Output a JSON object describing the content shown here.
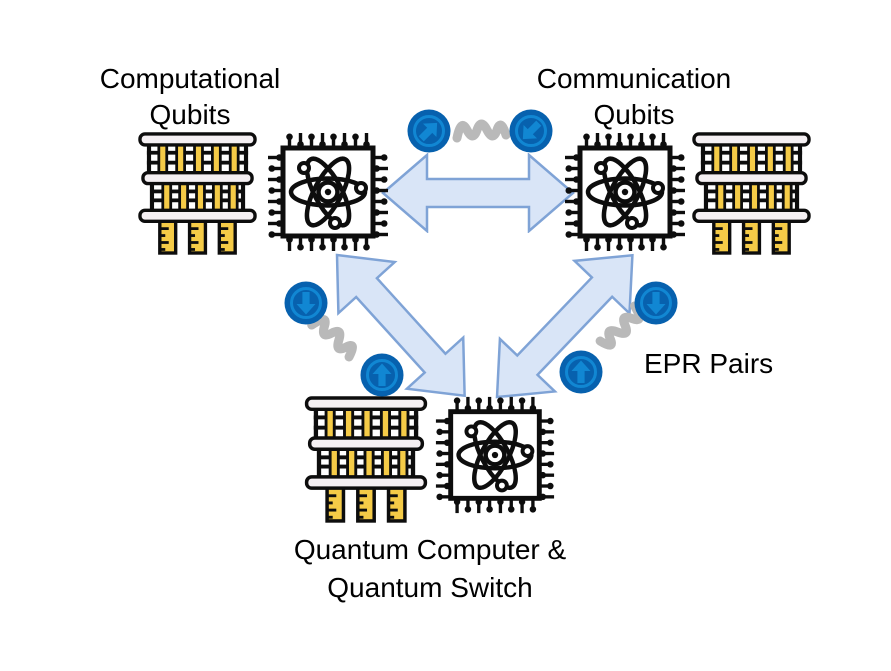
{
  "diagram": {
    "title": "Quantum network node diagram",
    "labels": {
      "computational_qubits": "Computational\nQubits",
      "communication_qubits": "Communication\nQubits",
      "quantum_computer_switch": "Quantum Computer &\nQuantum Switch",
      "epr_pairs": "EPR Pairs"
    },
    "icons": {
      "chip": "quantum-processor-chip-icon (microchip with atom symbol)",
      "refrigerator": "dilution-refrigerator-icon (gold chandelier stack)",
      "epr_arrow_up": "arrow-up-circle-icon",
      "epr_arrow_down": "arrow-down-circle-icon",
      "epr_arrow_up_right": "arrow-up-right-circle-icon",
      "epr_arrow_down_left": "arrow-down-left-circle-icon",
      "entanglement_link": "gray-squiggle-spring-icon",
      "channel": "double-headed-block-arrow"
    },
    "colors": {
      "background": "#FFFFFF",
      "text": "#000000",
      "icon_outline": "#0D0D0D",
      "arrow_fill": "#D9E5F7",
      "arrow_stroke": "#7FA3D6",
      "epr_disc": "#0761AE",
      "epr_glyph": "#1187D3",
      "squiggle": "#B9B9B9",
      "refrigerator_gold": "#F5CB47",
      "plate_fill": "#F5F0F3"
    }
  }
}
